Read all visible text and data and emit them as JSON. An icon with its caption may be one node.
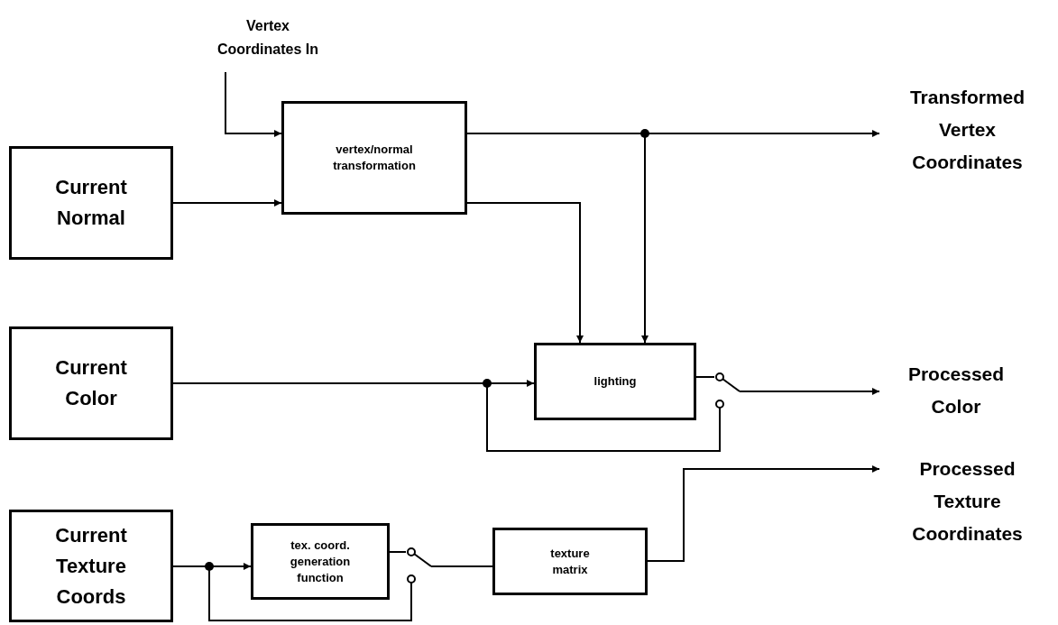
{
  "diagram": {
    "nodes": [
      {
        "text": [
          "Current Normal"
        ]
      },
      {
        "text": [
          "vertex/normal transformation"
        ]
      },
      {
        "text": [
          "Current Color"
        ]
      },
      {
        "text": [
          "lighting"
        ]
      },
      {
        "text": [
          "Current Texture Coords"
        ]
      },
      {
        "text": [
          "tex. coord. generation function"
        ]
      },
      {
        "text": [
          "texture matrix"
        ]
      },
      {
        "text": [
          "Vertex Coordinates In"
        ]
      },
      {
        "text": [
          "Transformed Vertex Coordinates"
        ]
      },
      {
        "text": [
          "Processed Color"
        ]
      },
      {
        "text": [
          "Processed Texture Coordinates"
        ]
      },
      {
        "text": [],
        "shape": "switch"
      },
      {
        "text": [],
        "shape": "switch"
      }
    ],
    "edges": [
      {
        "from": 7,
        "to": 1,
        "arrow": "to"
      },
      {
        "from": 0,
        "to": 1,
        "arrow": "to"
      },
      {
        "from": 1,
        "to": 8,
        "arrow": "to"
      },
      {
        "from": 1,
        "to": 3,
        "arrow": "to"
      },
      {
        "from": 1,
        "to": 3,
        "arrow": "to"
      },
      {
        "from": 2,
        "to": 3,
        "arrow": "to"
      },
      {
        "from": 3,
        "to": 11,
        "arrow": "none"
      },
      {
        "from": 2,
        "to": 11,
        "arrow": "none"
      },
      {
        "from": 11,
        "to": 9,
        "arrow": "to"
      },
      {
        "from": 4,
        "to": 5,
        "arrow": "to"
      },
      {
        "from": 5,
        "to": 12,
        "arrow": "none"
      },
      {
        "from": 4,
        "to": 12,
        "arrow": "none"
      },
      {
        "from": 12,
        "to": 6,
        "arrow": "none"
      },
      {
        "from": 6,
        "to": 10,
        "arrow": "to"
      }
    ]
  }
}
